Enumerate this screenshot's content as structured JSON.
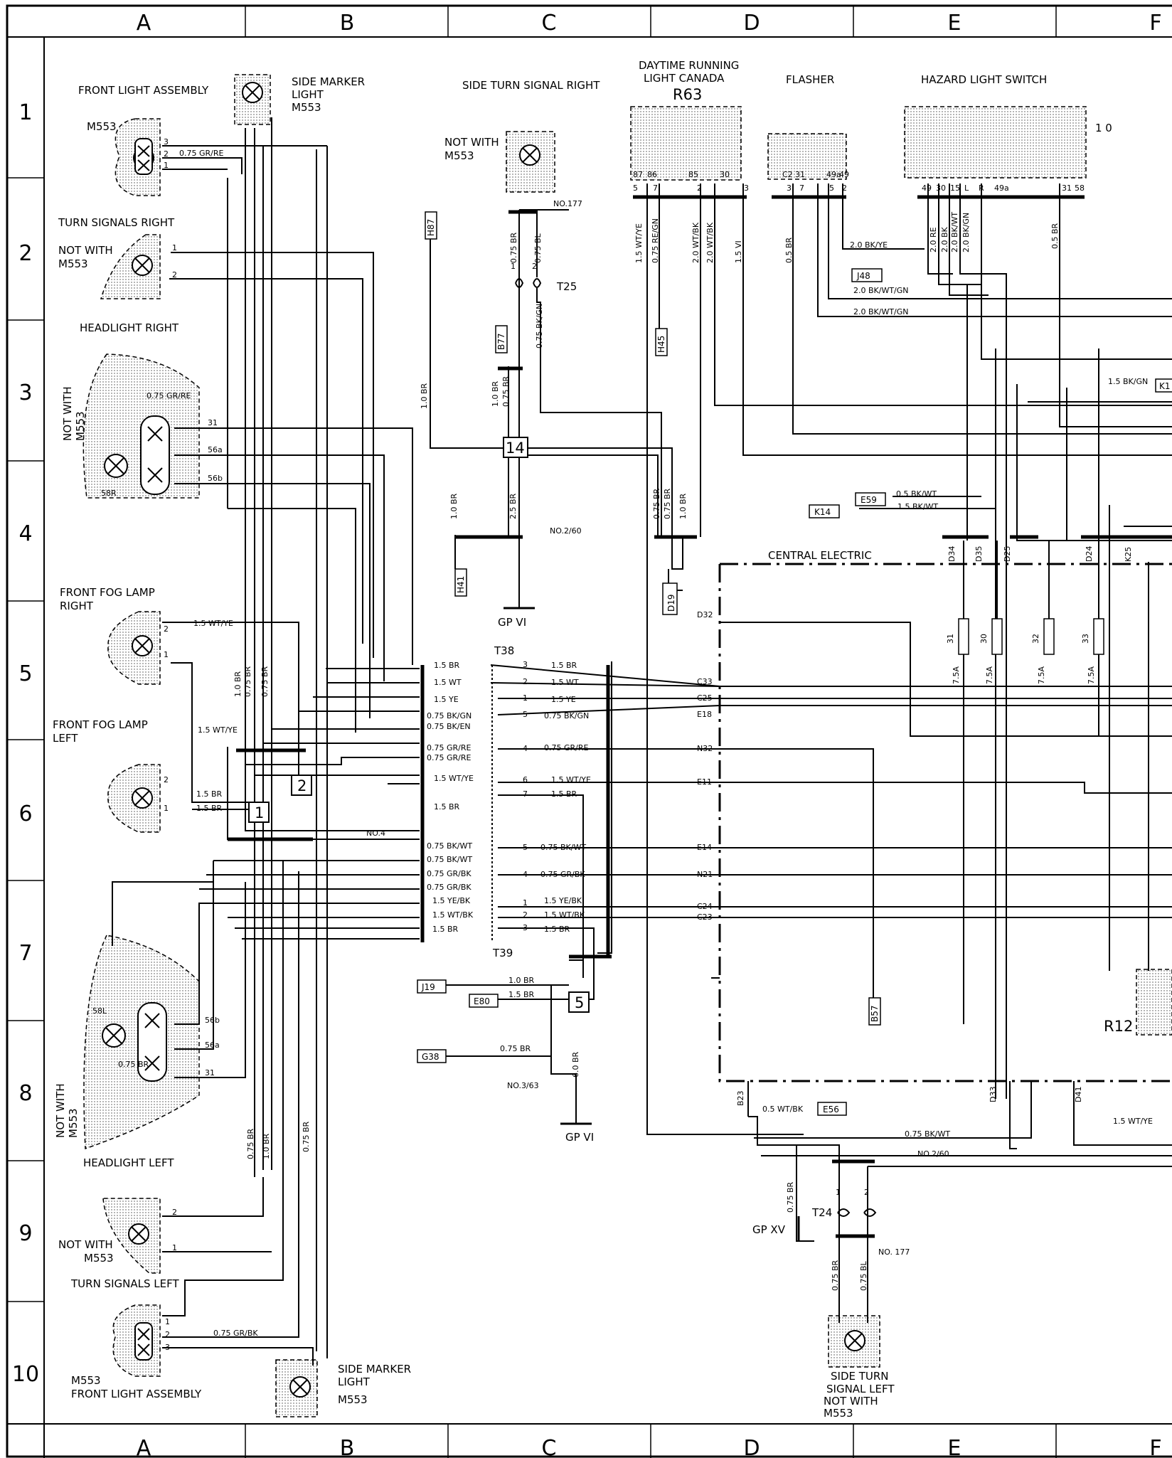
{
  "grid": {
    "columns": [
      "A",
      "B",
      "C",
      "D",
      "E",
      "F"
    ],
    "rows": [
      "1",
      "2",
      "3",
      "4",
      "5",
      "6",
      "7",
      "8",
      "9",
      "10"
    ]
  },
  "components": {
    "front_light_assembly": "FRONT LIGHT ASSEMBLY",
    "m553": "M553",
    "side_marker_light_top": [
      "SIDE MARKER",
      "LIGHT",
      "M553"
    ],
    "side_turn_signal_right": "SIDE TURN SIGNAL RIGHT",
    "not_with_m553_c1": [
      "NOT WITH",
      "M553"
    ],
    "drl_canada": [
      "DAYTIME RUNNING",
      "LIGHT CANADA"
    ],
    "r63": "R63",
    "flasher": "FLASHER",
    "hazard_switch": "HAZARD LIGHT SWITCH",
    "hazard_positions": "1  0",
    "turn_signals_right": "TURN SIGNALS RIGHT",
    "not_with_m553_a2": [
      "NOT WITH",
      "M553"
    ],
    "headlight_right": "HEADLIGHT RIGHT",
    "not_with_m553_a3": [
      "NOT WITH",
      "M553"
    ],
    "front_fog_right": [
      "FRONT FOG LAMP",
      "RIGHT"
    ],
    "front_fog_left": [
      "FRONT FOG LAMP",
      "LEFT"
    ],
    "central_electric": "CENTRAL ELECTRIC",
    "headlight_left": "HEADLIGHT LEFT",
    "not_with_m553_a8": [
      "NOT WITH",
      "M553"
    ],
    "not_with_m553_a9": [
      "NOT WITH",
      "M553"
    ],
    "turn_signals_left": "TURN SIGNALS LEFT",
    "front_light_assembly_bottom": [
      "M553",
      "FRONT LIGHT ASSEMBLY"
    ],
    "side_marker_light_bottom": [
      "SIDE MARKER",
      "LIGHT",
      "M553"
    ],
    "side_turn_signal_left": [
      "SIDE TURN",
      "SIGNAL LEFT",
      "NOT WITH",
      "M553"
    ],
    "r12": "R12",
    "gp_vi_top": "GP VI",
    "gp_vi_bottom": "GP VI",
    "gp_xv": "GP XV"
  },
  "connectors": {
    "t25": "T25",
    "t38": "T38",
    "t39": "T39",
    "t24": "T24",
    "no177_top": "NO.177",
    "no177_bottom": "NO. 177",
    "no2_60_top": "NO.2/60",
    "no2_60_bottom": "NO.2/60",
    "no4": "NO.4",
    "no3_63": "NO.3/63"
  },
  "nodes": {
    "n1": "1",
    "n2": "2",
    "n5": "5",
    "n14": "14"
  },
  "refs": {
    "h87": "H87",
    "b77": "B77",
    "h41": "H41",
    "d19": "D19",
    "h45": "H45",
    "j48": "J48",
    "e59": "E59",
    "k14": "K14",
    "j19": "J19",
    "e80": "E80",
    "g38": "G38",
    "e56": "E56",
    "b57": "B57",
    "k1": "K1"
  },
  "pins": {
    "hl_r": [
      "31",
      "56a",
      "56b",
      "58R"
    ],
    "hl_l": [
      "58L",
      "56b",
      "56a",
      "31"
    ],
    "drl": [
      "87",
      "86",
      "85",
      "30",
      "5",
      "7",
      "2",
      "3"
    ],
    "flasher": [
      "C2",
      "31",
      "49a",
      "49",
      "3",
      "7",
      "5",
      "2"
    ],
    "hazard": [
      "49",
      "30",
      "15",
      "L",
      "R",
      "49a",
      "31",
      "58"
    ],
    "central_left": [
      "D32",
      "C33",
      "C25",
      "E18",
      "N32",
      "E11",
      "E14",
      "N21",
      "C24",
      "C23",
      "B23"
    ],
    "central_top": [
      "D34",
      "D35",
      "D25",
      "D24",
      "K25"
    ],
    "central_bottom": [
      "D33",
      "D41"
    ],
    "fuses": [
      "31",
      "30",
      "32",
      "33"
    ],
    "fuse_rating": "7.5A",
    "t38_pins": [
      "3",
      "2",
      "1",
      "5",
      "4",
      "6",
      "7"
    ],
    "t39_pins": [
      "5",
      "4",
      "1",
      "2",
      "3"
    ],
    "t25_pins": [
      "1",
      "2"
    ],
    "t24_pins": [
      "1",
      "2"
    ],
    "lamp_pins": [
      "1",
      "2",
      "3"
    ]
  },
  "wires": {
    "gr_re_075": "0.75 GR/RE",
    "br_075": "0.75 BR",
    "bl_075": "0.75 BL",
    "br_10": "1.0 BR",
    "br_25": "2.5 BR",
    "bk_gn_075": "0.75 BK/GN",
    "wt_ye_15": "1.5 WT/YE",
    "re_gn_075": "0.75 RE/GN",
    "wt_bk_20": "2.0 WT/BK",
    "wt_bk_20b": "2.0 WT/BK",
    "vi_15": "1.5 VI",
    "br_05": "0.5 BR",
    "bk_ye_20": "2.0 BK/YE",
    "re_20": "2.0 RE",
    "bk_20": "2.0 BK",
    "bk_wt_20": "2.0 BK/WT",
    "bk_gn_20": "2.0 BK/GN",
    "bk_wt_gn_20": "2.0 BK/WT/GN",
    "bk_gn_15": "1.5 BK/GN",
    "bk_wt_05": "0.5 BK/WT",
    "bk_wt_15": "1.5 BK/WT",
    "br_15": "1.5 BR",
    "wt_15": "1.5 WT",
    "ye_15": "1.5 YE",
    "bk_gn_075b": "0.75 BK/GN",
    "bk_en_075": "0.75 BK/EN",
    "gr_re_075b": "0.75 GR/RE",
    "bk_wt_075": "0.75 BK/WT",
    "gr_bk_075": "0.75 GR/BK",
    "ye_bk_15": "1.5 YE/BK",
    "wt_bk_15": "1.5 WT/BK",
    "br_60": "6.0 BR",
    "wt_bk_05": "0.5 WT/BK",
    "gr_bk_075b": "0.75 GR/BK"
  }
}
